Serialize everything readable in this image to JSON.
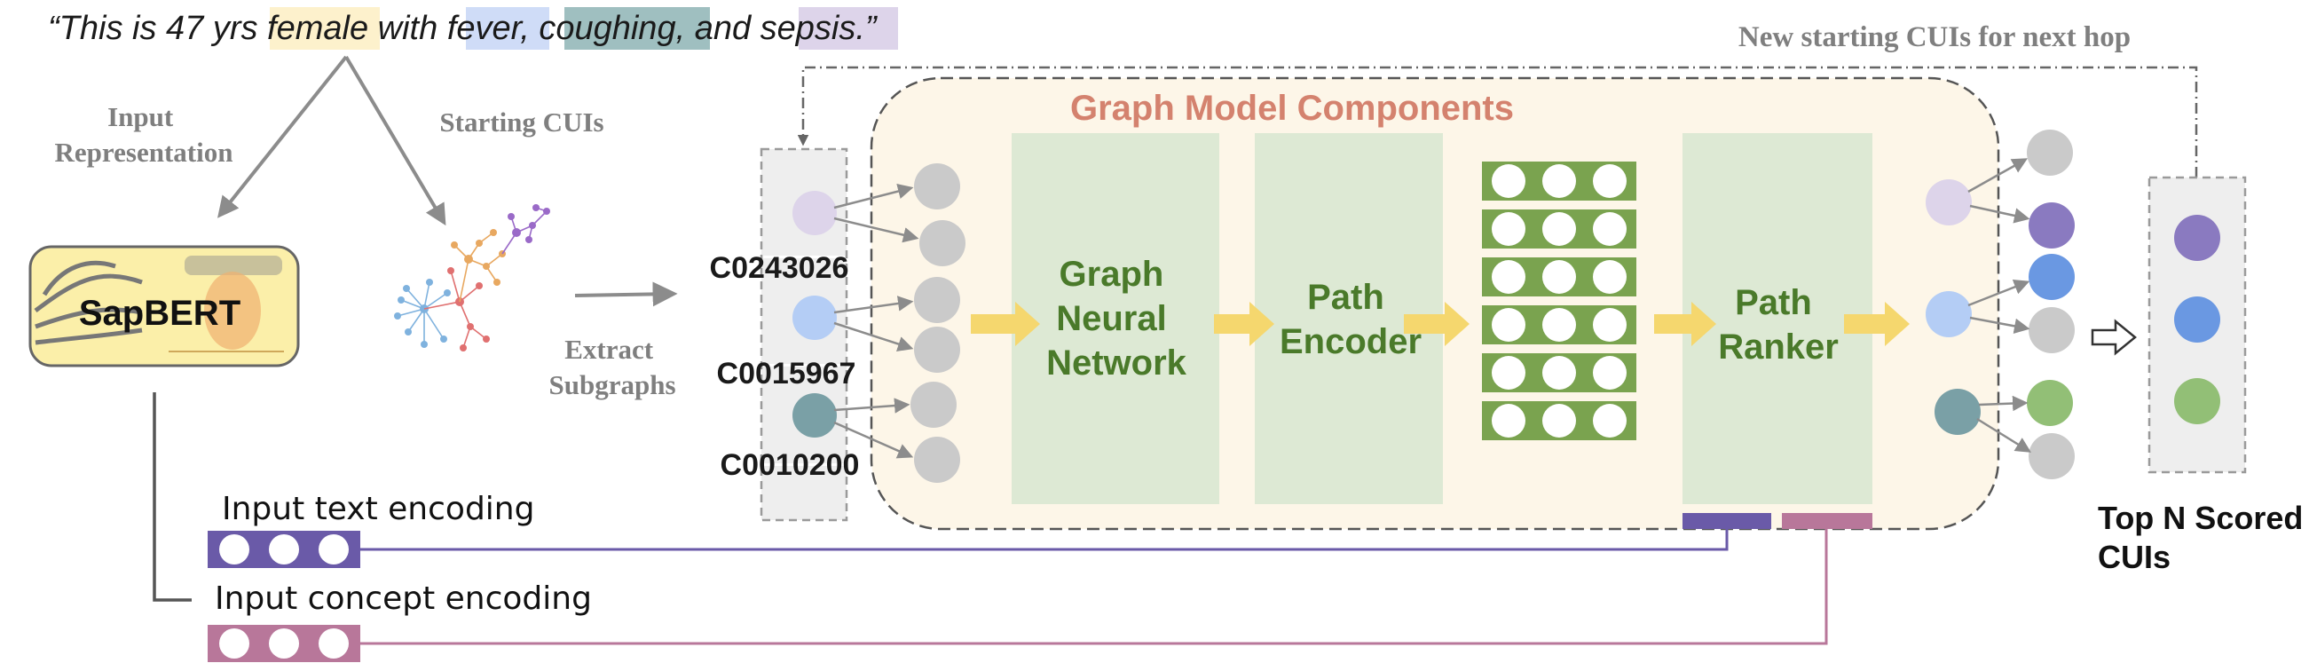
{
  "sentence": {
    "open": "“This is 47 yrs ",
    "w_female": "female",
    "t1": " with ",
    "w_fever": "fever",
    "t2": ", ",
    "w_coughing": "coughing",
    "t3": ", and ",
    "w_sepsis": "sepsis",
    "close": ".”"
  },
  "labels": {
    "input_rep_line1": "Input",
    "input_rep_line2": "Representation",
    "starting_cuis": "Starting CUIs",
    "extract_line1": "Extract",
    "extract_line2": "Subgraphs",
    "next_hop": "New starting CUIs for next hop",
    "gmc_title": "Graph Model Components",
    "sapbert": "SapBERT",
    "gnn_line1": "Graph",
    "gnn_line2": "Neural",
    "gnn_line3": "Network",
    "pe_line1": "Path",
    "pe_line2": "Encoder",
    "pr_line1": "Path",
    "pr_line2": "Ranker",
    "text_enc": "Input text encoding",
    "concept_enc": "Input concept encoding",
    "top_line1": "Top N Scored",
    "top_line2": "CUIs"
  },
  "cuis": [
    "C0243026",
    "C0015967",
    "C0010200"
  ],
  "colors": {
    "female": "#fdf1cc",
    "fever": "#cfdcf7",
    "coughing": "#9fbfc0",
    "sepsis": "#ddd4ea",
    "gmc_title": "#d4826e",
    "green_text": "#4a7a2a",
    "green_box": "#dde9d4",
    "encoder_green": "#7aa34f",
    "arrow_yellow": "#f5d76e",
    "purple_bar": "#6a5aa8",
    "pink_bar": "#b8779a"
  }
}
